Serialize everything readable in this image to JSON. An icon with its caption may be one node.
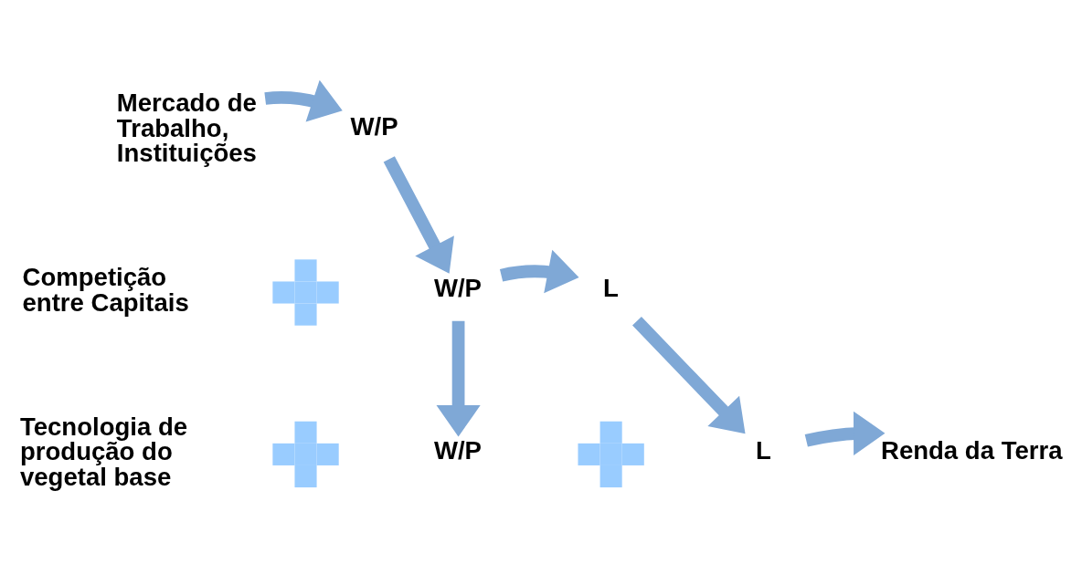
{
  "diagram": {
    "nodes": [
      {
        "text": [
          "Mercado de Trabalho, Instituições"
        ]
      },
      {
        "text": [
          "W/P"
        ]
      },
      {
        "text": [
          "Competição entre Capitais"
        ]
      },
      {
        "text": [],
        "shape": "plus"
      },
      {
        "text": [
          "W/P"
        ]
      },
      {
        "text": [
          "L"
        ]
      },
      {
        "text": [
          "Tecnologia de produção do vegetal base"
        ]
      },
      {
        "text": [],
        "shape": "plus"
      },
      {
        "text": [
          "W/P"
        ]
      },
      {
        "text": [],
        "shape": "plus"
      },
      {
        "text": [
          "L"
        ]
      },
      {
        "text": [
          "Renda da Terra"
        ]
      }
    ],
    "edges": [
      {
        "from": 0,
        "to": 1,
        "arrow": "to"
      },
      {
        "from": 1,
        "to": 4,
        "arrow": "to"
      },
      {
        "from": 4,
        "to": 5,
        "arrow": "to"
      },
      {
        "from": 4,
        "to": 8,
        "arrow": "to"
      },
      {
        "from": 5,
        "to": 10,
        "arrow": "to"
      },
      {
        "from": 10,
        "to": 11,
        "arrow": "to"
      }
    ]
  }
}
